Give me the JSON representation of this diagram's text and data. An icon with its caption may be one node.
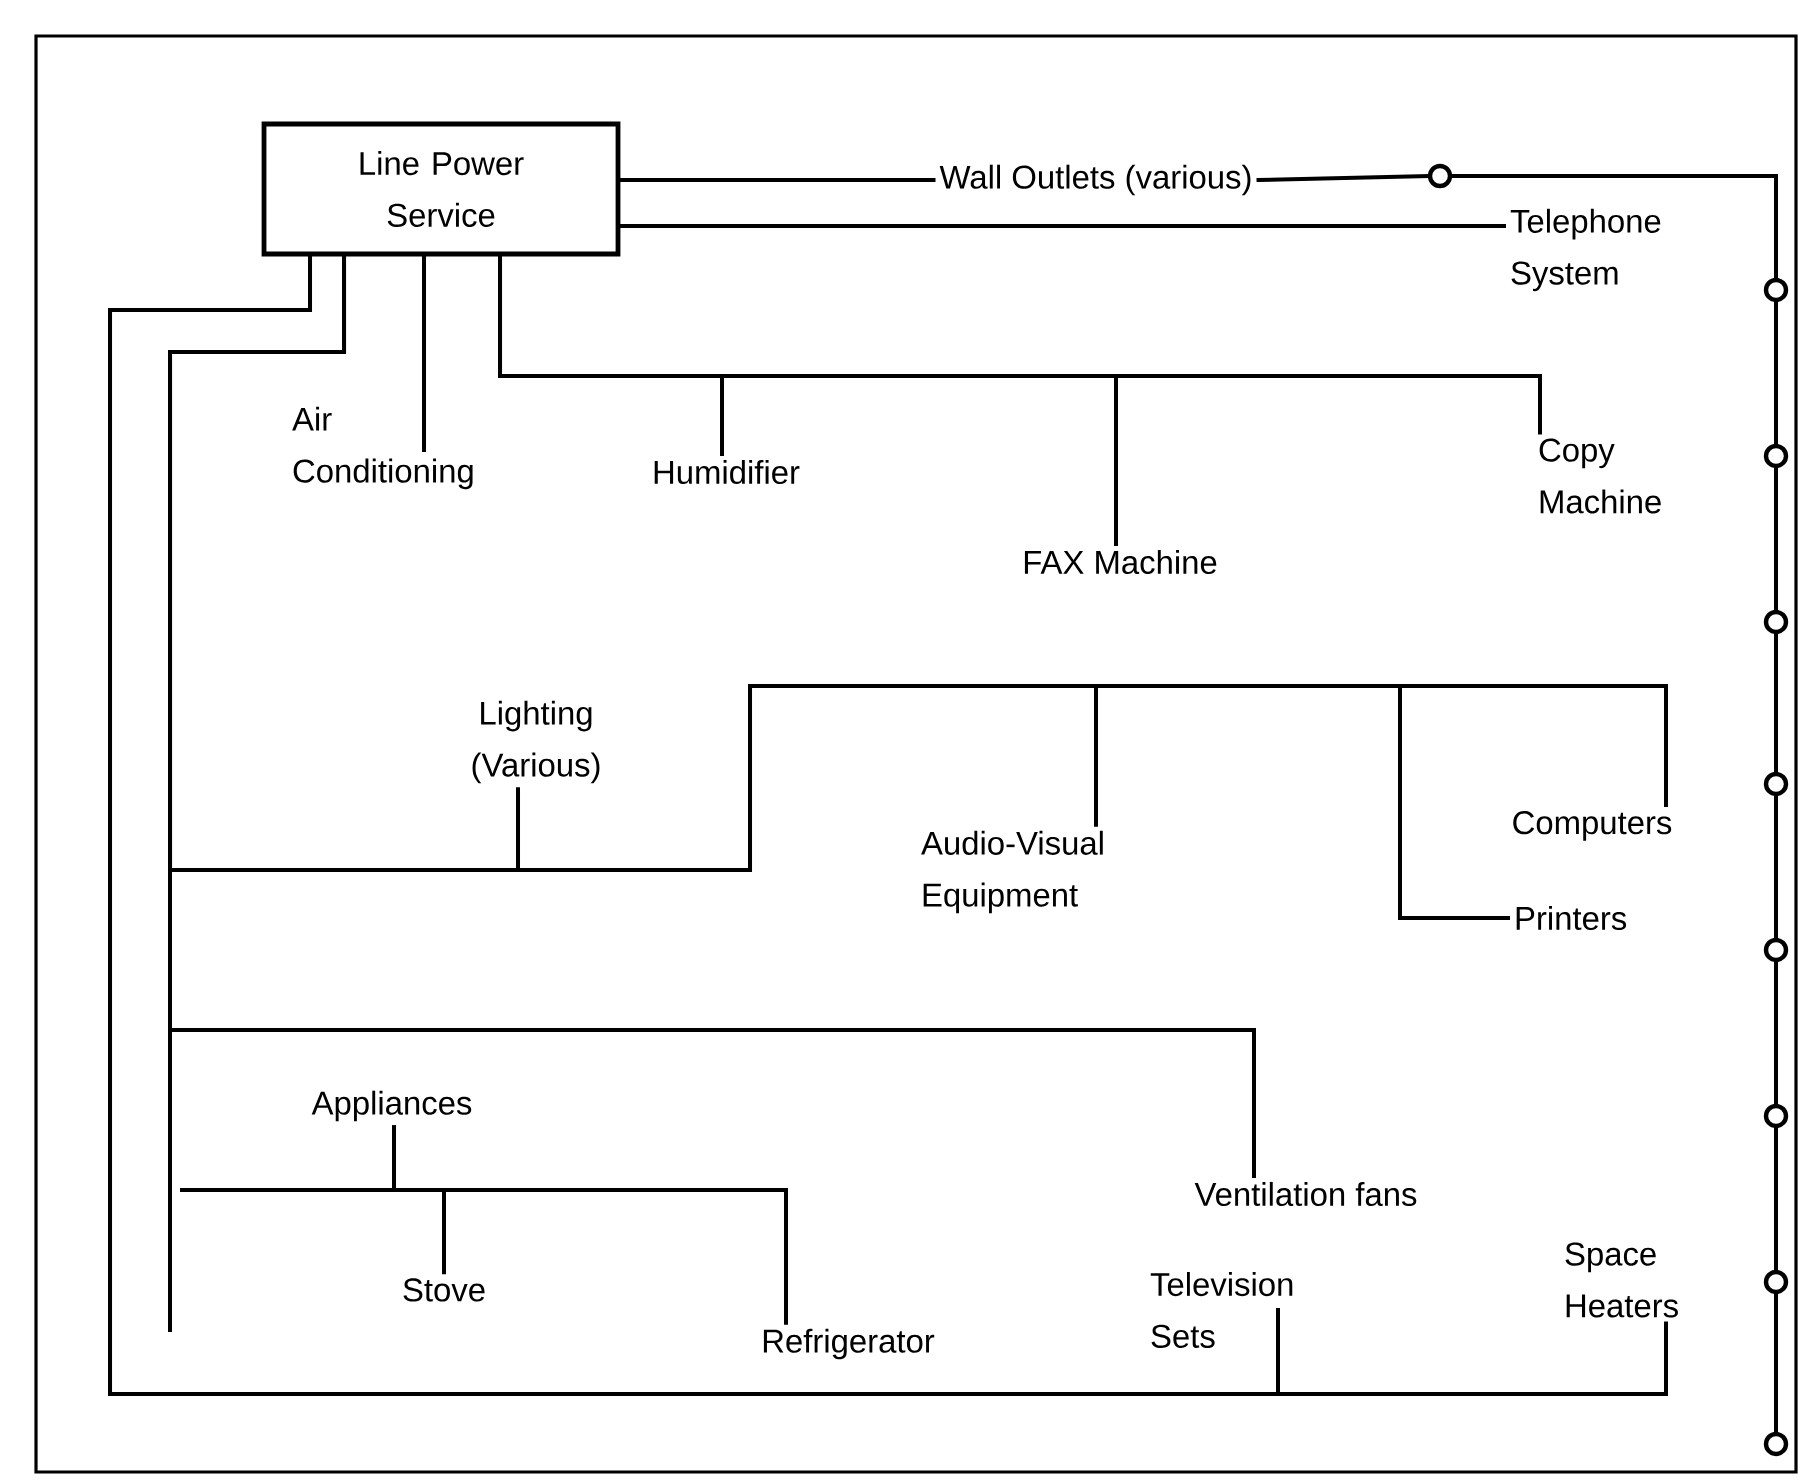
{
  "diagram": {
    "nodes": [
      {
        "text": [
          "Line Power Service"
        ]
      },
      {
        "text": [
          "Wall Outlets (various)"
        ]
      },
      {
        "text": [
          "Telephone System"
        ]
      },
      {
        "text": [
          "Air Conditioning"
        ]
      },
      {
        "text": [
          "Humidifier"
        ]
      },
      {
        "text": [
          "FAX Machine"
        ]
      },
      {
        "text": [
          "Copy Machine"
        ]
      },
      {
        "text": [
          "Lighting (Various)"
        ]
      },
      {
        "text": [
          "Audio-Visual Equipment"
        ]
      },
      {
        "text": [
          "Computers"
        ]
      },
      {
        "text": [
          "Printers"
        ]
      },
      {
        "text": [
          "Ventilation fans"
        ]
      },
      {
        "text": [
          "Appliances"
        ]
      },
      {
        "text": [
          "Stove"
        ]
      },
      {
        "text": [
          "Refrigerator"
        ]
      },
      {
        "text": [
          "Television Sets"
        ]
      },
      {
        "text": [
          "Space Heaters"
        ]
      },
      {
        "text": [],
        "shape": "circle"
      },
      {
        "text": [],
        "shape": "circle"
      },
      {
        "text": [],
        "shape": "circle"
      },
      {
        "text": [],
        "shape": "circle"
      },
      {
        "text": [],
        "shape": "circle"
      },
      {
        "text": [],
        "shape": "circle"
      },
      {
        "text": [],
        "shape": "circle"
      },
      {
        "text": [],
        "shape": "circle"
      },
      {
        "text": [],
        "shape": "circle"
      }
    ],
    "edges": [
      {
        "from": 0,
        "to": 1,
        "arrow": "none"
      },
      {
        "from": 1,
        "to": 17,
        "arrow": "none"
      },
      {
        "from": 17,
        "to": 18,
        "arrow": "none"
      },
      {
        "from": 18,
        "to": 19,
        "arrow": "none"
      },
      {
        "from": 19,
        "to": 20,
        "arrow": "none"
      },
      {
        "from": 20,
        "to": 21,
        "arrow": "none"
      },
      {
        "from": 21,
        "to": 22,
        "arrow": "none"
      },
      {
        "from": 22,
        "to": 23,
        "arrow": "none"
      },
      {
        "from": 23,
        "to": 24,
        "arrow": "none"
      },
      {
        "from": 24,
        "to": 25,
        "arrow": "none"
      },
      {
        "from": 0,
        "to": 2,
        "arrow": "none"
      },
      {
        "from": 0,
        "to": 3,
        "arrow": "none"
      },
      {
        "from": 0,
        "to": 4,
        "arrow": "none"
      },
      {
        "from": 0,
        "to": 5,
        "arrow": "none"
      },
      {
        "from": 0,
        "to": 6,
        "arrow": "none"
      },
      {
        "from": 0,
        "to": 7,
        "arrow": "none"
      },
      {
        "from": 0,
        "to": 8,
        "arrow": "none"
      },
      {
        "from": 0,
        "to": 9,
        "arrow": "none"
      },
      {
        "from": 0,
        "to": 10,
        "arrow": "none"
      },
      {
        "from": 0,
        "to": 11,
        "arrow": "none"
      },
      {
        "from": 12,
        "to": 13,
        "arrow": "none"
      },
      {
        "from": 12,
        "to": 14,
        "arrow": "none"
      },
      {
        "from": 0,
        "to": 15,
        "arrow": "none"
      },
      {
        "from": 0,
        "to": 16,
        "arrow": "none"
      }
    ]
  }
}
